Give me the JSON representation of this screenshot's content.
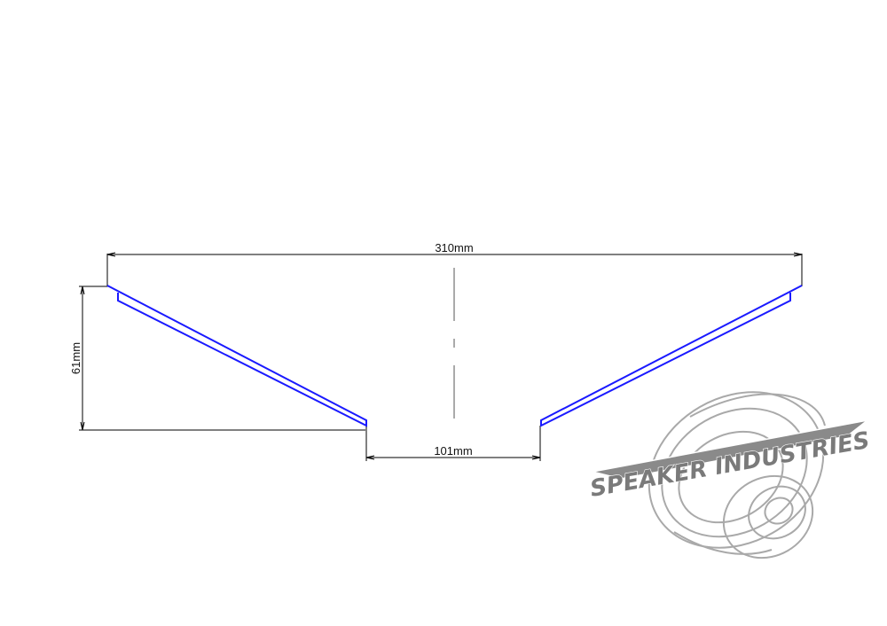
{
  "dimensions": {
    "outer_diameter": "310mm",
    "inner_diameter": "101mm",
    "depth": "61mm"
  },
  "logo": {
    "text": "SPEAKER INDUSTRIES"
  },
  "colors": {
    "cone_outline": "#1a1aff",
    "dimension_line": "#000000",
    "logo_gray": "#a9a9a9",
    "logo_text_fill": "#7a7a7a"
  }
}
